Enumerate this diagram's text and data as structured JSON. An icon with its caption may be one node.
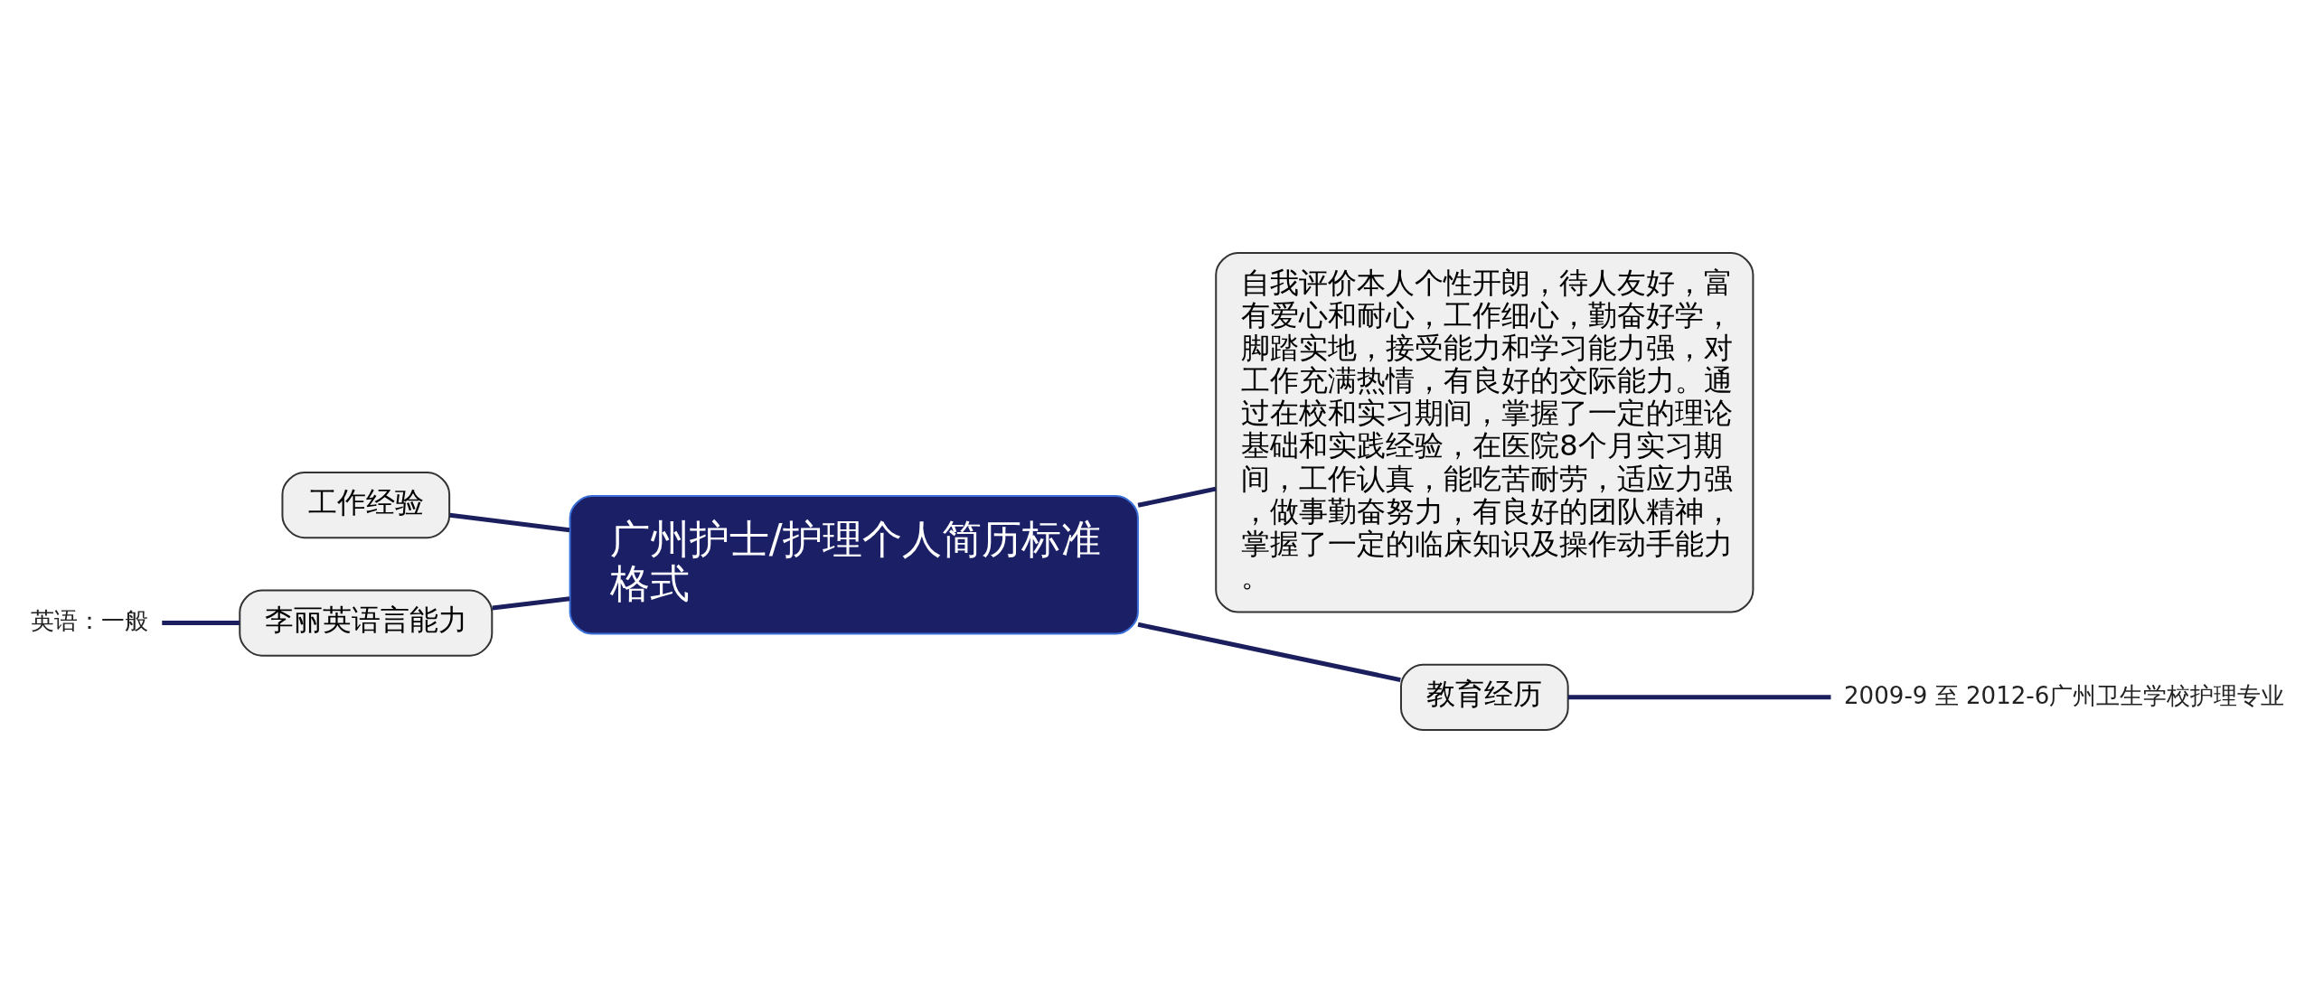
{
  "diagram": {
    "nodes": [
      {
        "text": [
          "广州护士/护理个人简历标准格式"
        ]
      },
      {
        "text": [
          "自我评价本人个性开朗，待人友好，富有爱心和耐心，工作细心，勤奋好学，脚踏实地，接受能力和学习能力强，对工作充满热情，有良好的交际能力。通过在校和实习期间，掌握了一定的理论基础和实践经验，在医院8个月实习期间，工作认真，能吃苦耐劳，适应力强，做事勤奋努力，有良好的团队精神，掌握了一定的临床知识及操作动手能力。"
        ]
      },
      {
        "text": [
          "教育经历"
        ]
      },
      {
        "text": [
          "2009-9 至 2012-6广州卫生学校护理专业"
        ]
      },
      {
        "text": [
          "工作经验"
        ]
      },
      {
        "text": [
          "李丽英语言能力"
        ]
      },
      {
        "text": [
          "英语：一般"
        ]
      }
    ],
    "edges": [
      {
        "from": 0,
        "to": 1,
        "arrow": "none"
      },
      {
        "from": 0,
        "to": 2,
        "arrow": "none"
      },
      {
        "from": 2,
        "to": 3,
        "arrow": "none"
      },
      {
        "from": 0,
        "to": 4,
        "arrow": "none"
      },
      {
        "from": 0,
        "to": 5,
        "arrow": "none"
      },
      {
        "from": 5,
        "to": 6,
        "arrow": "none"
      }
    ]
  }
}
